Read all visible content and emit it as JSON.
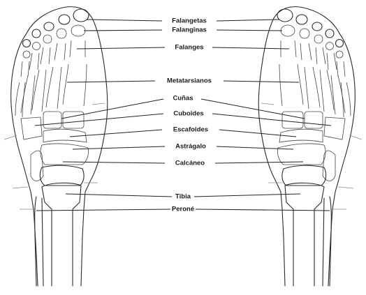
{
  "labels": [
    {
      "key": "falangetas",
      "text": "Falangetas"
    },
    {
      "key": "falanginas",
      "text": "Falanginas"
    },
    {
      "key": "falanges",
      "text": "Falanges"
    },
    {
      "key": "metatarsianos",
      "text": "Metatarsianos"
    },
    {
      "key": "cunas",
      "text": "Cuñas"
    },
    {
      "key": "cuboides",
      "text": "Cuboides"
    },
    {
      "key": "escafoides",
      "text": "Escafoides"
    },
    {
      "key": "astragalo",
      "text": "Astrágalo"
    },
    {
      "key": "calcaneo",
      "text": "Calcáneo"
    },
    {
      "key": "tibia",
      "text": "Tibia"
    },
    {
      "key": "perone",
      "text": "Peroné"
    }
  ]
}
